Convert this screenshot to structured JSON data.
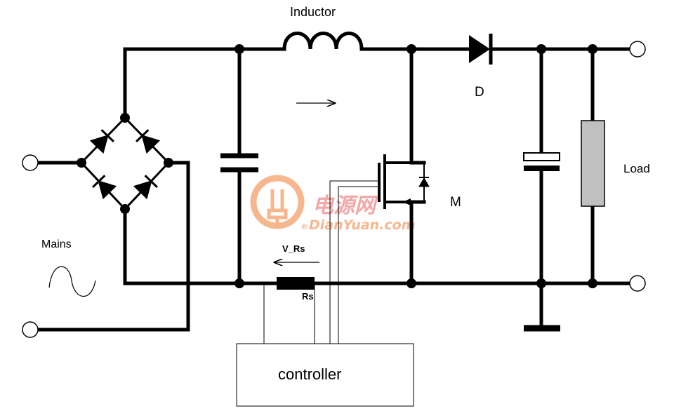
{
  "labels": {
    "inductor": "Inductor",
    "diode": "D",
    "mosfet": "M",
    "load": "Load",
    "mains": "Mains",
    "sense_voltage": "V_Rs",
    "sense_resistor": "Rs",
    "controller": "controller"
  },
  "watermark": {
    "cn": "电源网",
    "domain": "DianYuan.com",
    "registered": "®"
  },
  "colors": {
    "wire": "#000000",
    "load_fill": "#c0c0c0",
    "watermark": "#f4a06a",
    "watermark_cn": "#f08a8a"
  }
}
